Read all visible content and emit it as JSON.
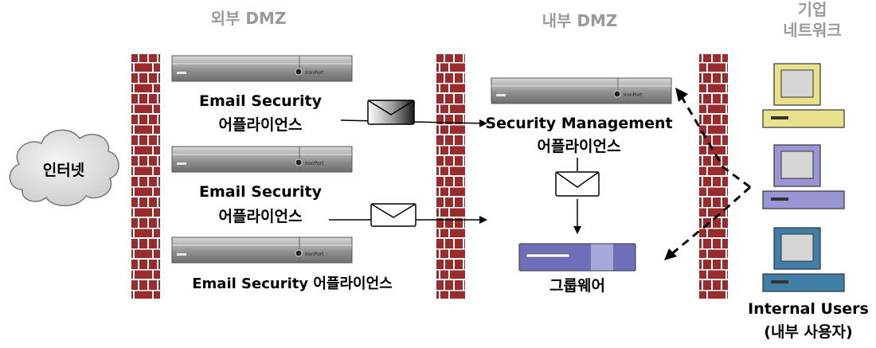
{
  "headers": {
    "external_dmz": "외부 DMZ",
    "internal_dmz": "내부 DMZ",
    "corporate_network_line1": "기업",
    "corporate_network_line2": "네트워크"
  },
  "internet_label": "인터넷",
  "email_security": {
    "line1": "Email Security",
    "line2": "어플라이언스",
    "single_line": "Email Security 어플라이언스"
  },
  "security_management": {
    "line1": "Security Management",
    "line2": "어플라이언스"
  },
  "groupware_label": "그룹웨어",
  "internal_users": {
    "line1": "Internal Users",
    "line2": "(내부 사용자)"
  },
  "appliance_brand": "IronPort",
  "colors": {
    "brick": "#9b2c2e",
    "mortar": "#ffffff",
    "header_gray": "#9a9a9a",
    "pc_yellow": "#e8e08a",
    "pc_purple": "#9a96d6",
    "pc_blue": "#3f7fa8",
    "groupware": "#6f6eb8"
  }
}
